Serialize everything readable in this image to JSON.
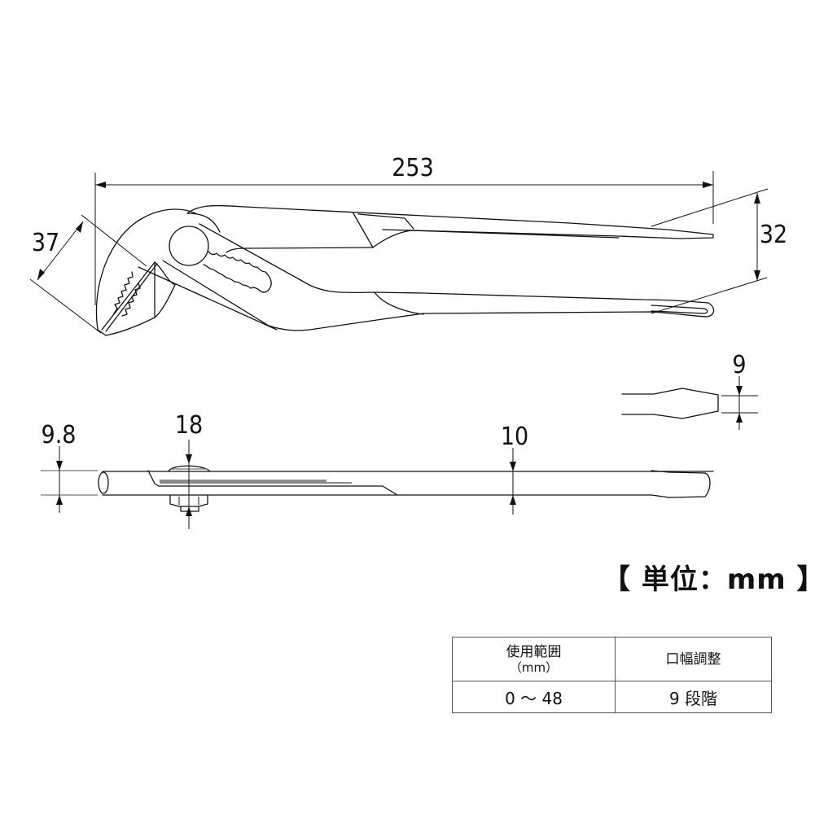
{
  "drawing": {
    "subject": "water-pump-pliers technical drawing",
    "dimensions": {
      "overall_length": "253",
      "jaw_opening": "37",
      "handle_spread": "32",
      "jaw_tip_thickness": "9.8",
      "pivot_thickness": "18",
      "handle_thickness": "10",
      "handle_end_thickness": "9"
    }
  },
  "unit_label": "【 単位：mm 】",
  "spec_table": {
    "headers": [
      {
        "line1": "使用範囲",
        "line2": "（mm）"
      },
      {
        "line1": "口幅調整",
        "line2": ""
      }
    ],
    "rows": [
      [
        "0 ～ 48",
        "9 段階"
      ]
    ]
  }
}
